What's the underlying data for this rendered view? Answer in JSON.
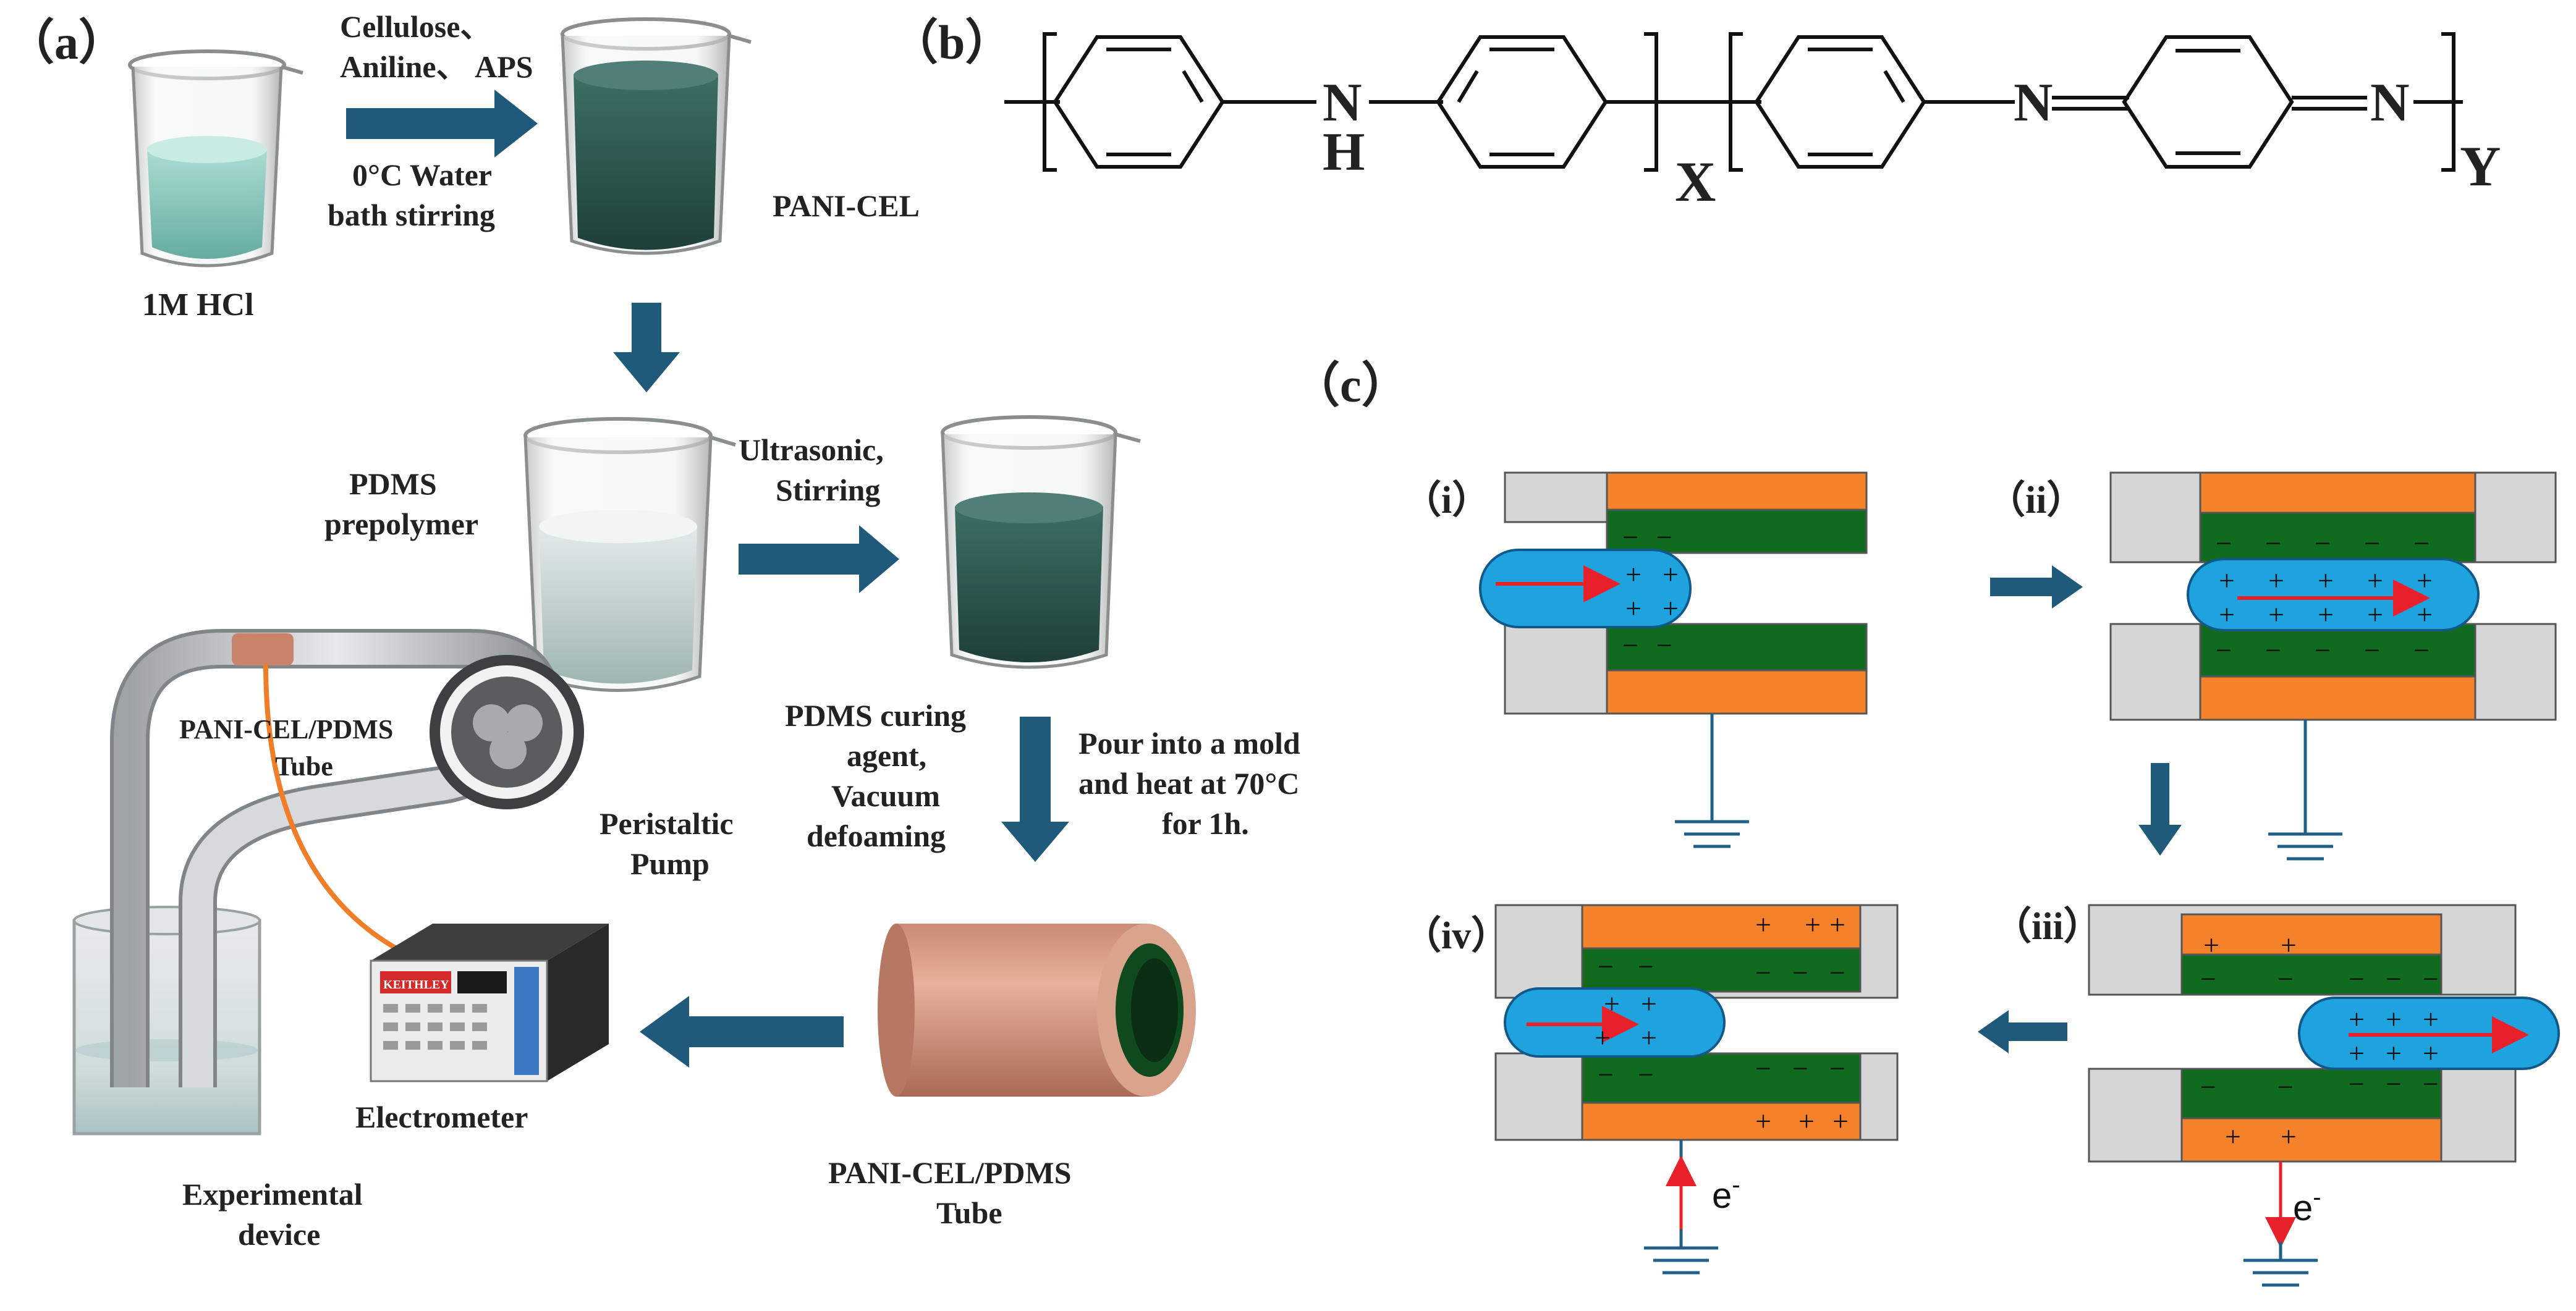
{
  "panels": {
    "a": "（a）",
    "b": "（b）",
    "c": "（c）"
  },
  "synthesis": {
    "reagents_line1": "Cellulose、",
    "reagents_line2": "Aniline、 APS",
    "condition_line1": "0°C Water",
    "condition_line2": "bath stirring",
    "hcl_label": "1M HCl",
    "pani_cel_label": "PANI-CEL",
    "pdms_prepolymer_line1": "PDMS",
    "pdms_prepolymer_line2": "prepolymer",
    "ultrasonic_line1": "Ultrasonic,",
    "ultrasonic_line2": "Stirring",
    "curing_line1": "PDMS curing",
    "curing_line2": "agent,",
    "curing_line3": "Vacuum",
    "curing_line4": "defoaming",
    "mold_line1": "Pour into a mold",
    "mold_line2": "and heat at 70°C",
    "mold_line3": "for 1h.",
    "tube_line1": "PANI-CEL/PDMS",
    "tube_line2": "Tube"
  },
  "device": {
    "tube_label_line1": "PANI-CEL/PDMS",
    "tube_label_line2": "Tube",
    "pump_line1": "Peristaltic",
    "pump_line2": "Pump",
    "electrometer_label": "Electrometer",
    "electrometer_brand": "KEITHLEY",
    "experimental_line1": "Experimental",
    "experimental_line2": "device"
  },
  "structure": {
    "nh_n": "N",
    "nh_h": "H",
    "imine_n1": "N",
    "imine_n2": "N",
    "subscript_x": "X",
    "subscript_y": "Y"
  },
  "mechanism": {
    "stage_i": "（i）",
    "stage_ii": "（ii）",
    "stage_iii": "（iii）",
    "stage_iv": "（iv）",
    "electron": "e",
    "electron_sup": "-",
    "plus": "+",
    "minus": "−"
  },
  "colors": {
    "arrow_blue": "#1f5a7a",
    "electrode_orange": "#f5822a",
    "dielectric_green": "#116b1f",
    "droplet_blue": "#1fa3df",
    "block_grey": "#d6d6d6",
    "ground_line": "#1f5f8a",
    "red_arrow": "#e8202a"
  }
}
